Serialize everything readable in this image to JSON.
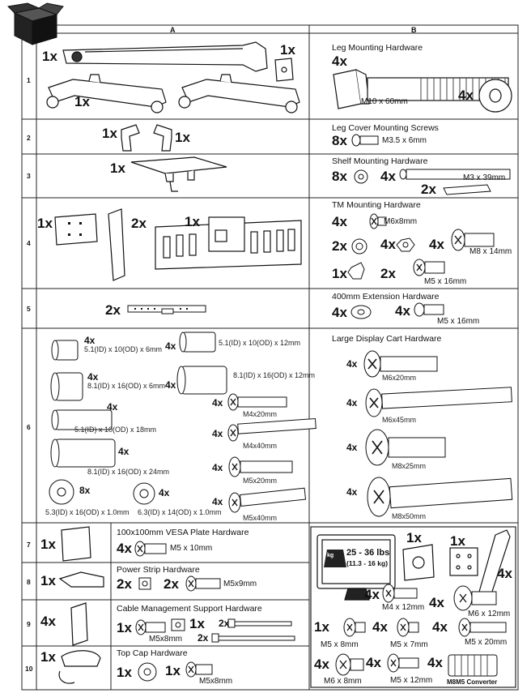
{
  "columns": {
    "a": "A",
    "b": "B"
  },
  "rows": [
    {
      "num": "1"
    },
    {
      "num": "2"
    },
    {
      "num": "3"
    },
    {
      "num": "4"
    },
    {
      "num": "5"
    },
    {
      "num": "6"
    },
    {
      "num": "7"
    },
    {
      "num": "8"
    },
    {
      "num": "9"
    },
    {
      "num": "10"
    }
  ],
  "row1": {
    "a_qty_top": "1x",
    "a_qty_plate": "1x",
    "a_qty_legs": "1x",
    "b_title": "Leg Mounting Hardware",
    "b_bolt_qty": "4x",
    "b_bolt_label": "M10 x 60mm",
    "b_washer_qty": "4x"
  },
  "row2": {
    "a_qty_left": "1x",
    "a_qty_right": "1x",
    "b_title": "Leg Cover Mounting Screws",
    "b_qty": "8x",
    "b_label": "M3.5 x 6mm"
  },
  "row3": {
    "a_qty": "1x",
    "b_title": "Shelf Mounting Hardware",
    "b_washer_qty": "8x",
    "b_screw_qty": "4x",
    "b_screw_label": "M3 x 39mm",
    "b_bracket_qty": "2x"
  },
  "row4": {
    "a_qty_plate": "1x",
    "a_qty_rail": "2x",
    "a_qty_frame": "1x",
    "b_title": "TM Mounting Hardware",
    "b_m6_qty": "4x",
    "b_m6_label": "M6x8mm",
    "b_washer_qty": "2x",
    "b_nut_qty": "4x",
    "b_m8_qty": "4x",
    "b_m8_label": "M8 x 14mm",
    "b_knob_qty": "1x",
    "b_m5_qty": "2x",
    "b_m5_label": "M5 x 16mm"
  },
  "row5": {
    "a_qty": "2x",
    "b_title": "400mm Extension Hardware",
    "b_washer_qty": "4x",
    "b_screw_qty": "4x",
    "b_screw_label": "M5 x 16mm"
  },
  "row6": {
    "b_title": "Large Display Cart Hardware",
    "spacers": [
      {
        "qty": "4x",
        "label": "5.1(ID) x 10(OD) x 6mm"
      },
      {
        "qty": "4x",
        "label": "5.1(ID) x 10(OD) x 12mm"
      },
      {
        "qty": "4x",
        "label": "8.1(ID) x 16(OD) x 6mm"
      },
      {
        "qty": "4x",
        "label": "8.1(ID) x 16(OD) x 12mm"
      },
      {
        "qty": "4x",
        "label": "5.1(ID) x 10(OD) x 18mm"
      },
      {
        "qty": "4x",
        "label": "8.1(ID) x 16(OD) x 24mm"
      }
    ],
    "washers": [
      {
        "qty": "8x",
        "label": "5.3(ID) x 16(OD) x 1.0mm"
      },
      {
        "qty": "4x",
        "label": "6.3(ID) x 14(OD) x 1.0mm"
      }
    ],
    "screws_mid": [
      {
        "qty": "4x",
        "label": "M4x20mm"
      },
      {
        "qty": "4x",
        "label": "M4x40mm"
      },
      {
        "qty": "4x",
        "label": "M5x20mm"
      },
      {
        "qty": "4x",
        "label": "M5x40mm"
      }
    ],
    "screws_right": [
      {
        "qty": "4x",
        "label": "M6x20mm"
      },
      {
        "qty": "4x",
        "label": "M6x45mm"
      },
      {
        "qty": "4x",
        "label": "M8x25mm"
      },
      {
        "qty": "4x",
        "label": "M8x50mm"
      }
    ]
  },
  "row7": {
    "a_qty": "1x",
    "title": "100x100mm VESA Plate Hardware",
    "screw_qty": "4x",
    "screw_label": "M5 x 10mm"
  },
  "row8": {
    "a_qty": "1x",
    "title": "Power Strip Hardware",
    "nut_qty": "2x",
    "screw_qty": "2x",
    "screw_label": "M5x9mm"
  },
  "row9": {
    "a_qty": "4x",
    "title": "Cable Management Support Hardware",
    "screw_qty": "1x",
    "screw_label": "M5x8mm",
    "plate_qty": "1x",
    "tie1_qty": "2x",
    "tie2_qty": "2x"
  },
  "row10": {
    "a_qty": "1x",
    "title": "Top Cap Hardware",
    "washer_qty": "1x",
    "screw_qty": "1x",
    "screw_label": "M5x8mm"
  },
  "monitor_kit": {
    "weight_lbs": "25 - 36 lbs",
    "weight_kg": "(11.3 - 16 kg)",
    "kg_icon": "kg",
    "adapter_qty": "1x",
    "plate_qty": "1x",
    "strap_qty": "4x",
    "m4_qty": "4x",
    "m4_label": "M4 x 12mm",
    "m6_qty": "4x",
    "m6_label": "M6 x 12mm",
    "m5a_qty": "1x",
    "m5a_label": "M5 x 8mm",
    "m5b_qty": "4x",
    "m5b_label": "M5 x 7mm",
    "m5c_qty": "4x",
    "m5c_label": "M5 x 20mm",
    "m6b_qty": "4x",
    "m6b_label": "M6 x 8mm",
    "m5d_qty": "4x",
    "m5d_label": "M5 x 12mm",
    "conv_qty": "4x",
    "conv_label": "M8M5 Converter"
  },
  "icons": [
    "box-icon"
  ]
}
